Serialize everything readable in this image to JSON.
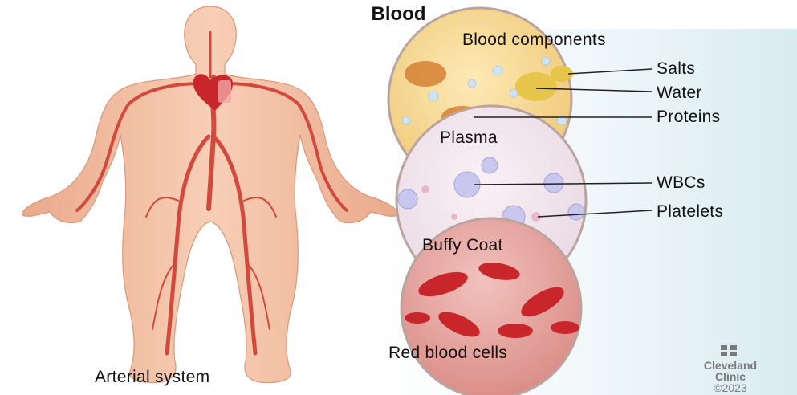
{
  "title": "Blood",
  "body_caption": "Arterial system",
  "components_heading": "Blood components",
  "plasma": {
    "caption": "Plasma",
    "labels": [
      "Salts",
      "Water",
      "Proteins"
    ]
  },
  "buffy_coat": {
    "caption": "Buffy Coat",
    "labels": [
      "WBCs",
      "Platelets"
    ]
  },
  "red_cells": {
    "caption": "Red blood cells"
  },
  "logo": {
    "name_line1": "Cleveland",
    "name_line2": "Clinic",
    "copyright": "©2023"
  },
  "colors": {
    "skin": "#f4c3a8",
    "artery": "#d24a3e",
    "plasma_fill": "#f7d894",
    "buffy_fill": "#f3e7ef",
    "rbc_fill": "#e7a8a2",
    "rbc_cell": "#c8262a"
  }
}
